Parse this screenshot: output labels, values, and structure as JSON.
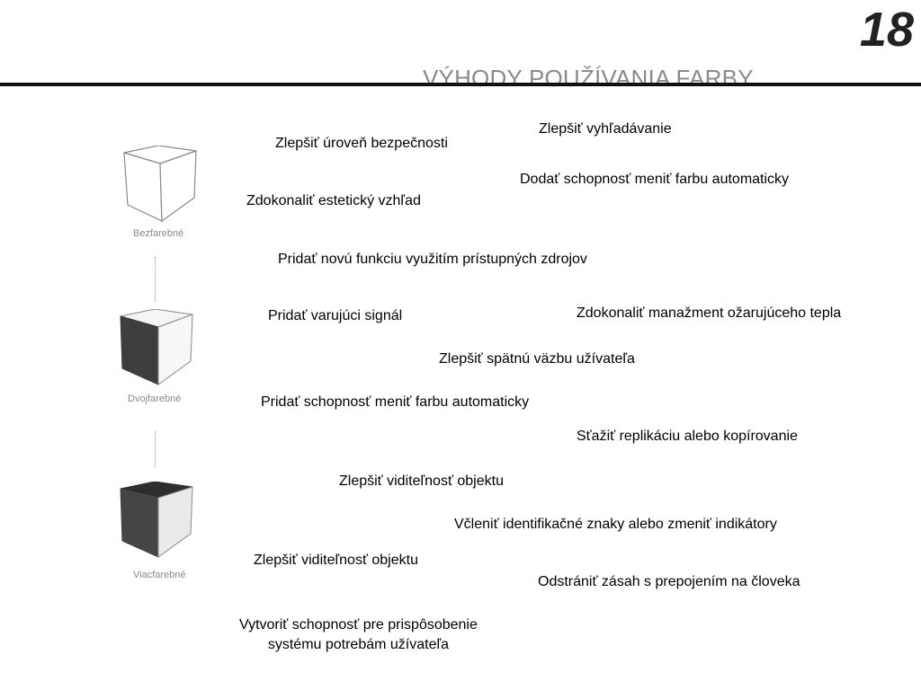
{
  "page_number": "18",
  "title": "VÝHODY POUŽÍVANIA FARBY",
  "cubes": [
    {
      "label": "Bezfarebné",
      "icon": "cube-colorless-icon"
    },
    {
      "label": "Dvojfarebné",
      "icon": "cube-two-color-icon"
    },
    {
      "label": "Viacfarebné",
      "icon": "cube-multi-color-icon"
    }
  ],
  "items": [
    "Zlepšiť vyhľadávanie",
    "Zlepšiť úroveň bezpečnosti",
    "Dodať schopnosť meniť farbu automaticky",
    "Zdokonaliť estetický vzhľad",
    "Pridať novú funkciu využitím prístupných zdrojov",
    "Zdokonaliť manažment ožarujúceho tepla",
    "Pridať varujúci signál",
    "Zlepšiť spätnú väzbu užívateľa",
    "Pridať schopnosť meniť farbu automaticky",
    "Sťažiť replikáciu alebo kopírovanie",
    "Zlepšiť viditeľnosť objektu",
    "Včleniť identifikačné znaky alebo zmeniť indikátory",
    "Zlepšiť viditeľnosť objektu",
    "Odstrániť zásah s prepojením na človeka",
    "Vytvoriť schopnosť pre prispôsobenie\nsystému potrebám užívateľa"
  ]
}
